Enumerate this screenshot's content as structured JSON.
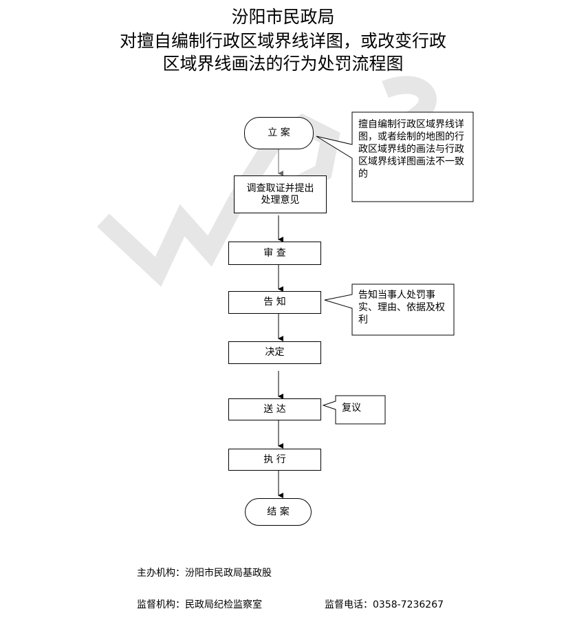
{
  "header": {
    "org": "汾阳市民政局",
    "title_line1": "对擅自编制行政区域界线详图，或改变行政",
    "title_line2": "区域界线画法的行为处罚流程图"
  },
  "flow": {
    "start": "立 案",
    "investigate_line1": "调查取证并提出",
    "investigate_line2": "处理意见",
    "review": "审 查",
    "notify": "告 知",
    "decide": "决定",
    "deliver": "送 达",
    "execute": "执 行",
    "end": "结 案"
  },
  "notes": {
    "start_note": "擅自编制行政区域界线详图，或者绘制的地图的行政区域界线的画法与行政区域界线详图画法不一致的",
    "notify_note": "告知当事人处罚事实、理由、依据及权利",
    "deliver_note": "复议"
  },
  "footer": {
    "host": "主办机构：汾阳市民政局基政股",
    "supervisor": "监督机构：民政局纪检监察室",
    "phone": "监督电话：0358-7236267"
  },
  "colors": {
    "line": "#000000",
    "watermark": "#d9d9d9"
  }
}
